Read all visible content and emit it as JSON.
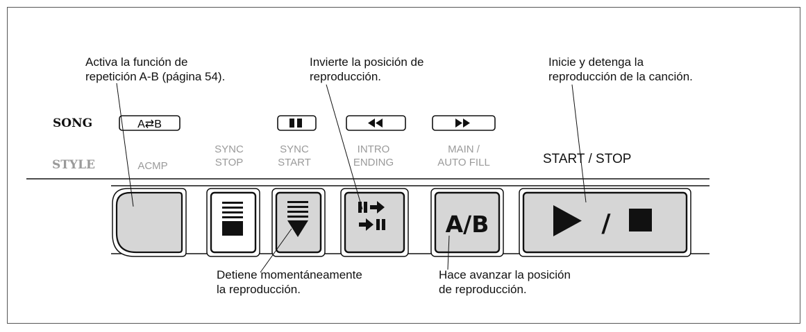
{
  "callouts": {
    "acmp": [
      "Activa la función de",
      "repetición A-B (página 54)."
    ],
    "intro": [
      "Invierte la posición de",
      "reproducción."
    ],
    "start": [
      "Inicie y detenga la",
      "reproducción de la canción."
    ],
    "sync_start": [
      "Detiene momentáneamente",
      "la reproducción."
    ],
    "main": [
      "Hace avanzar la posición",
      "de reproducción."
    ]
  },
  "sections": {
    "song": "SONG",
    "style": "STYLE"
  },
  "song_symbols": {
    "ab": "A⇄B"
  },
  "buttons": {
    "acmp": {
      "label": "ACMP"
    },
    "sync_stop": {
      "label": [
        "SYNC",
        "STOP"
      ]
    },
    "sync_start": {
      "label": [
        "SYNC",
        "START"
      ]
    },
    "intro": {
      "label": [
        "INTRO",
        "ENDING"
      ]
    },
    "main": {
      "label": [
        "MAIN /",
        "AUTO FILL"
      ],
      "face": "A/B"
    },
    "start_stop": {
      "label": "START / STOP",
      "face_slash": "/"
    }
  },
  "icons": [
    "swap-arrows-icon",
    "pause-icon",
    "rewind-icon",
    "fast-forward-icon",
    "bars-icon",
    "down-triangle-icon",
    "pause-forward-icon",
    "play-icon",
    "stop-icon"
  ],
  "colors": {
    "button_fill": "#d6d6d6",
    "label_gray": "#9a9a9a",
    "line": "#111111"
  }
}
